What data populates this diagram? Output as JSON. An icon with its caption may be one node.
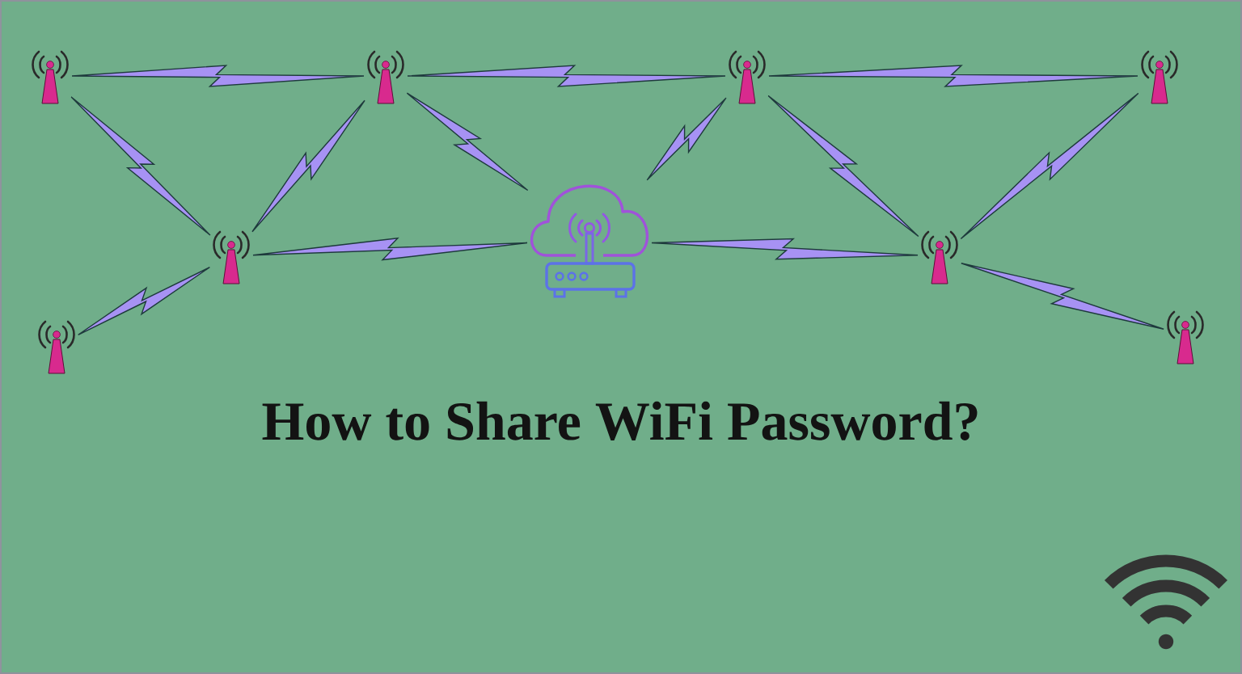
{
  "diagram": {
    "title": "How to Share WiFi Password?",
    "nodes": [
      {
        "text": [],
        "shape": "antenna"
      },
      {
        "text": [],
        "shape": "antenna"
      },
      {
        "text": [],
        "shape": "antenna"
      },
      {
        "text": [],
        "shape": "antenna"
      },
      {
        "text": [],
        "shape": "antenna"
      },
      {
        "text": [],
        "shape": "router"
      },
      {
        "text": [],
        "shape": "antenna"
      },
      {
        "text": [],
        "shape": "antenna"
      },
      {
        "text": [],
        "shape": "antenna"
      }
    ],
    "edges": [
      {
        "from": 0,
        "to": 1,
        "arrow": "none"
      },
      {
        "from": 1,
        "to": 2,
        "arrow": "none"
      },
      {
        "from": 2,
        "to": 3,
        "arrow": "none"
      },
      {
        "from": 0,
        "to": 4,
        "arrow": "none"
      },
      {
        "from": 1,
        "to": 4,
        "arrow": "none"
      },
      {
        "from": 1,
        "to": 5,
        "arrow": "none"
      },
      {
        "from": 4,
        "to": 5,
        "arrow": "none"
      },
      {
        "from": 7,
        "to": 4,
        "arrow": "none"
      },
      {
        "from": 5,
        "to": 2,
        "arrow": "none"
      },
      {
        "from": 5,
        "to": 6,
        "arrow": "none"
      },
      {
        "from": 2,
        "to": 6,
        "arrow": "none"
      },
      {
        "from": 3,
        "to": 6,
        "arrow": "none"
      },
      {
        "from": 6,
        "to": 8,
        "arrow": "none"
      }
    ]
  }
}
